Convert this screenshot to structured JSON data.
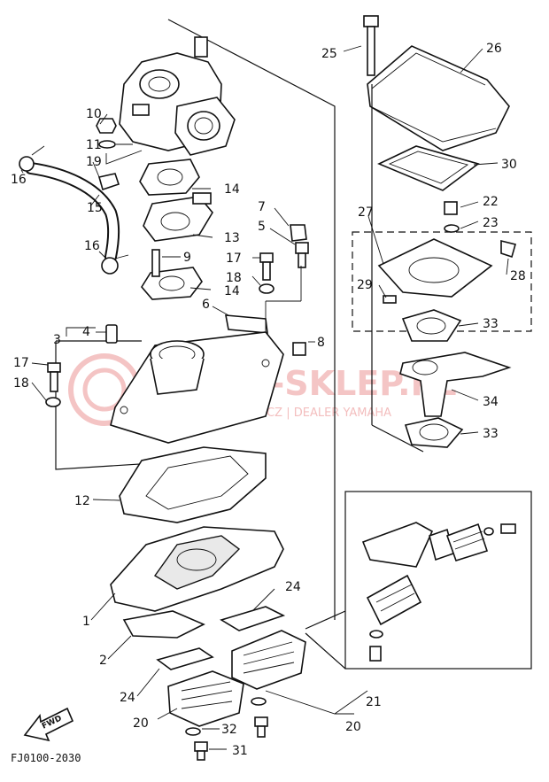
{
  "diagram_code": "FJ0100-2030",
  "fwd_label": "FWD",
  "watermark": {
    "brand": "YAMA-SKLEP.PL",
    "line": "SKLEP CIECHOWICZ | DEALER YAMAHA"
  },
  "callouts": [
    {
      "id": "c1",
      "text": "1"
    },
    {
      "id": "c2",
      "text": "2"
    },
    {
      "id": "c3",
      "text": "3"
    },
    {
      "id": "c4",
      "text": "4"
    },
    {
      "id": "c5",
      "text": "5"
    },
    {
      "id": "c6",
      "text": "6"
    },
    {
      "id": "c7",
      "text": "7"
    },
    {
      "id": "c8",
      "text": "8"
    },
    {
      "id": "c9",
      "text": "9"
    },
    {
      "id": "c10",
      "text": "10"
    },
    {
      "id": "c11",
      "text": "11"
    },
    {
      "id": "c12",
      "text": "12"
    },
    {
      "id": "c13",
      "text": "13"
    },
    {
      "id": "c14a",
      "text": "14"
    },
    {
      "id": "c14b",
      "text": "14"
    },
    {
      "id": "c15",
      "text": "15"
    },
    {
      "id": "c16a",
      "text": "16"
    },
    {
      "id": "c16b",
      "text": "16"
    },
    {
      "id": "c17a",
      "text": "17"
    },
    {
      "id": "c17b",
      "text": "17"
    },
    {
      "id": "c18a",
      "text": "18"
    },
    {
      "id": "c18b",
      "text": "18"
    },
    {
      "id": "c19",
      "text": "19"
    },
    {
      "id": "c20a",
      "text": "20"
    },
    {
      "id": "c20b",
      "text": "20"
    },
    {
      "id": "c21",
      "text": "21"
    },
    {
      "id": "c22",
      "text": "22"
    },
    {
      "id": "c23",
      "text": "23"
    },
    {
      "id": "c24a",
      "text": "24"
    },
    {
      "id": "c24b",
      "text": "24"
    },
    {
      "id": "c25",
      "text": "25"
    },
    {
      "id": "c26",
      "text": "26"
    },
    {
      "id": "c27",
      "text": "27"
    },
    {
      "id": "c28",
      "text": "28"
    },
    {
      "id": "c29",
      "text": "29"
    },
    {
      "id": "c30",
      "text": "30"
    },
    {
      "id": "c31",
      "text": "31"
    },
    {
      "id": "c32",
      "text": "32"
    },
    {
      "id": "c33a",
      "text": "33"
    },
    {
      "id": "c33b",
      "text": "33"
    },
    {
      "id": "c34",
      "text": "34"
    }
  ]
}
